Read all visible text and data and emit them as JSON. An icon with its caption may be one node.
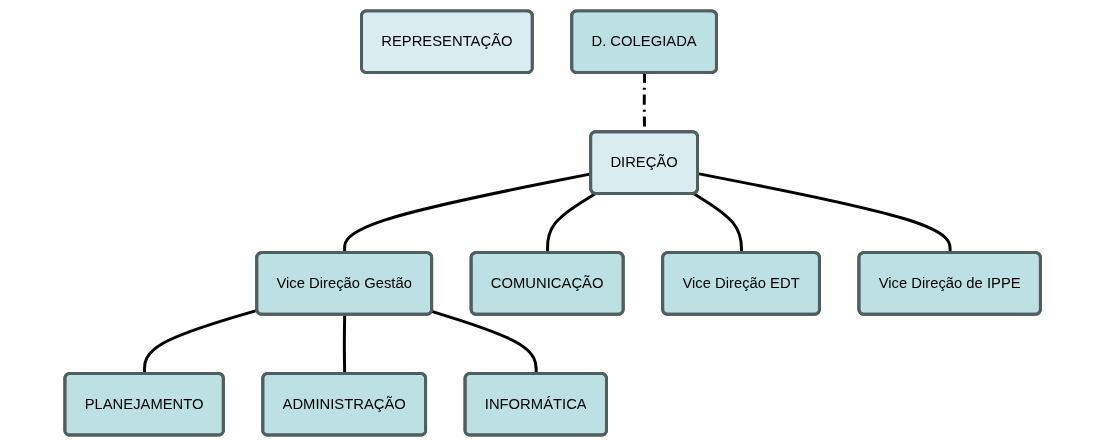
{
  "diagram": {
    "nodes": [
      {
        "text": [
          "DIREÇÃO"
        ]
      },
      {
        "text": [
          "REPRESENTAÇÃO"
        ]
      },
      {
        "text": [
          "Vice Direção Gestão"
        ]
      },
      {
        "text": [
          "PLANEJAMENTO"
        ]
      },
      {
        "text": [
          "ADMINISTRAÇÃO"
        ]
      },
      {
        "text": [
          "INFORMÁTICA"
        ]
      },
      {
        "text": [
          "D. COLEGIADA"
        ]
      },
      {
        "text": [
          "COMUNICAÇÃO"
        ]
      },
      {
        "text": [
          "Vice Direção EDT"
        ]
      },
      {
        "text": [
          "Vice Direção de IPPE"
        ]
      }
    ],
    "edges": [
      {
        "from": 0,
        "to": 2,
        "arrow": "none"
      },
      {
        "from": 2,
        "to": 3,
        "arrow": "none"
      },
      {
        "from": 2,
        "to": 4,
        "arrow": "none"
      },
      {
        "from": 2,
        "to": 5,
        "arrow": "none"
      },
      {
        "from": 6,
        "to": 0,
        "arrow": "none",
        "style": "dashed"
      },
      {
        "from": 0,
        "to": 7,
        "arrow": "none"
      },
      {
        "from": 0,
        "to": 8,
        "arrow": "none"
      },
      {
        "from": 0,
        "to": 9,
        "arrow": "none"
      }
    ]
  }
}
